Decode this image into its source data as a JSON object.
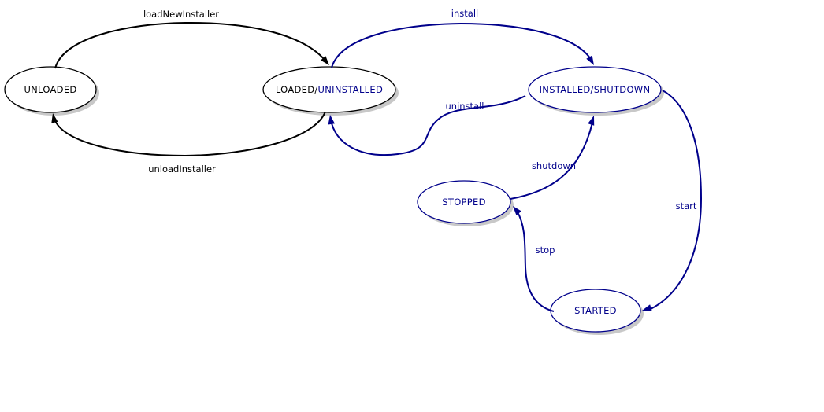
{
  "diagram": {
    "type": "state-machine",
    "background": "#ffffff",
    "colors": {
      "primary": "#000000",
      "accent": "#00008b",
      "node_fill": "#ffffff",
      "shadow": "#b5b5b5"
    },
    "nodes": {
      "unloaded": {
        "label": "UNLOADED",
        "text_color": "#000000",
        "border_color": "#000000"
      },
      "loaded_uninstalled": {
        "label_plain": "LOADED/",
        "label_accent": "UNINSTALLED",
        "plain_color": "#000000",
        "accent_color": "#00008b",
        "border_color": "#000000"
      },
      "installed_shutdown": {
        "label": "INSTALLED/SHUTDOWN",
        "text_color": "#00008b",
        "border_color": "#00008b"
      },
      "stopped": {
        "label": "STOPPED",
        "text_color": "#00008b",
        "border_color": "#00008b"
      },
      "started": {
        "label": "STARTED",
        "text_color": "#00008b",
        "border_color": "#00008b"
      }
    },
    "edges": {
      "load_new_installer": {
        "label": "loadNewInstaller",
        "from": "UNLOADED",
        "to": "LOADED/UNINSTALLED",
        "color": "#000000"
      },
      "unload_installer": {
        "label": "unloadInstaller",
        "from": "LOADED/UNINSTALLED",
        "to": "UNLOADED",
        "color": "#000000"
      },
      "install": {
        "label": "install",
        "from": "LOADED/UNINSTALLED",
        "to": "INSTALLED/SHUTDOWN",
        "color": "#00008b"
      },
      "uninstall": {
        "label": "uninstall",
        "from": "INSTALLED/SHUTDOWN",
        "to": "LOADED/UNINSTALLED",
        "color": "#00008b"
      },
      "shutdown": {
        "label": "shutdown",
        "from": "STOPPED",
        "to": "INSTALLED/SHUTDOWN",
        "color": "#00008b"
      },
      "stop": {
        "label": "stop",
        "from": "STARTED",
        "to": "STOPPED",
        "color": "#00008b"
      },
      "start": {
        "label": "start",
        "from": "INSTALLED/SHUTDOWN",
        "to": "STARTED",
        "color": "#00008b"
      }
    }
  }
}
